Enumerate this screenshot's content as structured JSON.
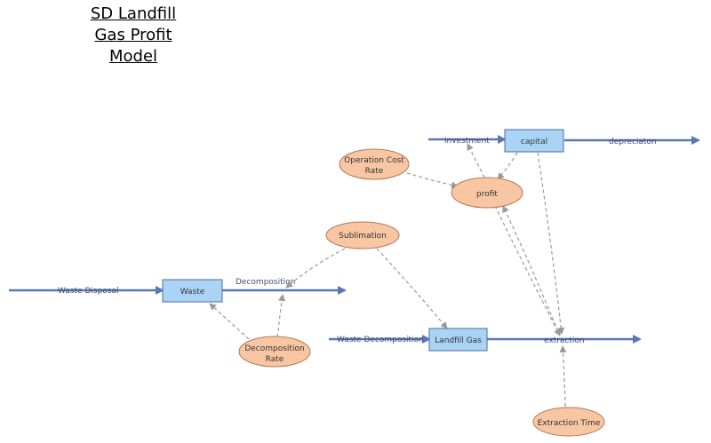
{
  "title": {
    "line1": "SD Landfill",
    "line2": "Gas Profit",
    "line3": "Model"
  },
  "stocks": {
    "waste": "Waste",
    "landfill_gas": "Landfill Gas",
    "capital": "capital"
  },
  "flows": {
    "waste_disposal": "Waste Disposal",
    "decomposition": "Decomposition",
    "waste_decomposition": "Waste Decomposition",
    "extraction": "extraction",
    "investment": "investment",
    "depreciation": "depreciaton"
  },
  "auxiliaries": {
    "sublimation": "Sublimation",
    "decomposition_rate_1": "Decomposition",
    "decomposition_rate_2": "Rate",
    "operation_cost_rate_1": "Operation Cost",
    "operation_cost_rate_2": "Rate",
    "profit": "profit",
    "extraction_time": "Extraction Time"
  },
  "colors": {
    "stock_fill": "#a9d4f5",
    "aux_fill": "#f8c6a3",
    "flow": "#5a77b5",
    "link": "#999999"
  }
}
